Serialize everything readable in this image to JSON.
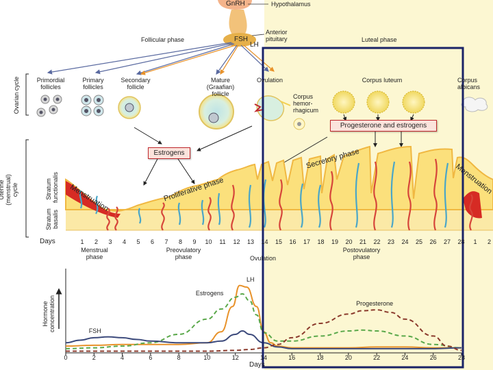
{
  "hormones_top": {
    "gnrh": "GnRH",
    "hypothalamus": "Hypothalamus",
    "anterior_pituitary": "Anterior pituitary",
    "fsh": "FSH",
    "lh": "LH"
  },
  "phases_top": {
    "follicular": "Follicular phase",
    "luteal": "Luteal phase"
  },
  "ovarian": {
    "side_label": "Ovarian cycle",
    "stages": [
      "Primordial follicles",
      "Primary follicles",
      "Secondary follicle",
      "Mature (Graafian) follicle",
      "Ovulation",
      "Corpus luteum",
      "Corpus albicans"
    ],
    "corpus_hemorrhagicum": "Corpus hemor- rhagicum"
  },
  "boxes": {
    "estrogens": "Estrogens",
    "prog_estrogens": "Progesterone and estrogens"
  },
  "uterine": {
    "side_label": "Uterine (menstrual) cycle",
    "stratum_functionalis": "Stratum functionalis",
    "stratum_basalis": "Stratum basalis",
    "phase_labels": {
      "menstruation": "Menstruation",
      "proliferative": "Proliferative phase",
      "secretory": "Secretory phase",
      "menstruation_end": "Menstruation"
    }
  },
  "days_row": {
    "label": "Days",
    "values": [
      "1",
      "2",
      "3",
      "4",
      "5",
      "6",
      "7",
      "8",
      "9",
      "10",
      "11",
      "12",
      "13",
      "14",
      "15",
      "16",
      "17",
      "18",
      "19",
      "20",
      "21",
      "22",
      "23",
      "24",
      "25",
      "26",
      "27",
      "28",
      "1",
      "2"
    ]
  },
  "bottom_phases": {
    "menstrual": "Menstrual phase",
    "preovulatory": "Preovulatory phase",
    "ovulation": "Ovulation",
    "postovulatory": "Postovulatory phase"
  },
  "chart_data": {
    "type": "line",
    "ylabel": "Hormone concentration",
    "xlabel": "Days",
    "x_ticks": [
      "0",
      "2",
      "4",
      "6",
      "8",
      "10",
      "12",
      "14",
      "16",
      "18",
      "20",
      "22",
      "24",
      "26",
      "28"
    ],
    "xlim": [
      0,
      28
    ],
    "series": [
      {
        "name": "LH",
        "color": "#e8922a",
        "dash": false,
        "x": [
          0,
          2,
          4,
          6,
          8,
          10,
          11,
          11.8,
          12.3,
          12.8,
          13.5,
          14,
          14.5,
          15,
          16,
          18,
          20,
          22,
          24,
          26,
          28
        ],
        "y": [
          0.08,
          0.09,
          0.1,
          0.1,
          0.1,
          0.12,
          0.25,
          0.55,
          0.8,
          0.78,
          0.55,
          0.25,
          0.12,
          0.08,
          0.06,
          0.06,
          0.06,
          0.07,
          0.07,
          0.06,
          0.06
        ]
      },
      {
        "name": "Estrogens",
        "color": "#5aa84a",
        "dash": true,
        "x": [
          0,
          2,
          4,
          6,
          8,
          10,
          11,
          12,
          12.5,
          13,
          13.5,
          14,
          15,
          16,
          18,
          20,
          21,
          22,
          24,
          26,
          28
        ],
        "y": [
          0.05,
          0.06,
          0.08,
          0.12,
          0.22,
          0.4,
          0.52,
          0.66,
          0.7,
          0.62,
          0.45,
          0.24,
          0.14,
          0.14,
          0.2,
          0.26,
          0.27,
          0.26,
          0.2,
          0.1,
          0.06
        ]
      },
      {
        "name": "FSH",
        "color": "#3c4a7c",
        "dash": false,
        "x": [
          0,
          1,
          2,
          3,
          4,
          5,
          6,
          8,
          10,
          11,
          12,
          12.5,
          13,
          14,
          15,
          16,
          18,
          20,
          22,
          24,
          26,
          28
        ],
        "y": [
          0.12,
          0.15,
          0.18,
          0.19,
          0.18,
          0.16,
          0.14,
          0.12,
          0.12,
          0.14,
          0.22,
          0.26,
          0.22,
          0.12,
          0.07,
          0.05,
          0.05,
          0.05,
          0.05,
          0.05,
          0.05,
          0.06
        ]
      },
      {
        "name": "Progesterone",
        "color": "#8b3a2c",
        "dash": true,
        "x": [
          0,
          2,
          4,
          6,
          8,
          10,
          12,
          13,
          14,
          15,
          16,
          18,
          20,
          21,
          22,
          23,
          24,
          26,
          27,
          28
        ],
        "y": [
          0.02,
          0.02,
          0.02,
          0.02,
          0.02,
          0.02,
          0.03,
          0.04,
          0.06,
          0.1,
          0.18,
          0.35,
          0.46,
          0.5,
          0.51,
          0.48,
          0.4,
          0.2,
          0.08,
          0.03
        ]
      }
    ]
  },
  "colors": {
    "luteal_bg": "#fcf7d2",
    "frame": "#1a2366",
    "endometrium": "#f8e08e",
    "basalis": "#fbe9a6"
  }
}
